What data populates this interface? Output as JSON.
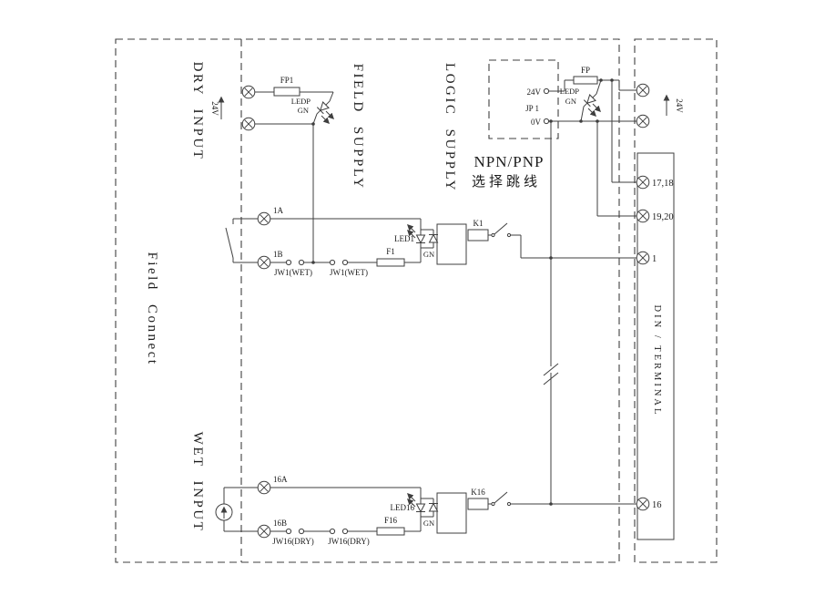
{
  "canvas": {
    "bg": "#ffffff",
    "line_color": "#3f3f3f"
  },
  "sections": {
    "field_connect": "Field Connect",
    "dry_input": "DRY INPUT",
    "wet_input": "WET INPUT",
    "field_supply": "FIELD SUPPLY",
    "logic_supply": "LOGIC SUPPLY",
    "npn_pnp_line1": "NPN/PNP",
    "npn_pnp_line2": "选择跳线",
    "din_terminal": "DIN / TERMINAL"
  },
  "field_power": {
    "voltage": "24V",
    "fuse": "FP1",
    "led_name": "LEDP",
    "led_color": "GN"
  },
  "logic_power": {
    "pin_24v": "24V",
    "jumper": "JP 1",
    "pin_0v": "0V",
    "fuse": "FP",
    "led_name": "LEDP",
    "led_color": "GN",
    "voltage": "24V"
  },
  "terminals": {
    "pair_a": "17,18",
    "pair_b": "19,20",
    "ch1": "1",
    "ch16": "16"
  },
  "channel1": {
    "terminal_a": "1A",
    "terminal_b": "1B",
    "jumper_left": "JW1(WET)",
    "jumper_right": "JW1(WET)",
    "fuse": "F1",
    "led_name": "LED1",
    "led_color": "GN",
    "relay": "K1"
  },
  "channel16": {
    "terminal_a": "16A",
    "terminal_b": "16B",
    "jumper_left": "JW16(DRY)",
    "jumper_right": "JW16(DRY)",
    "fuse": "F16",
    "led_name": "LED16",
    "led_color": "GN",
    "relay": "K16"
  }
}
